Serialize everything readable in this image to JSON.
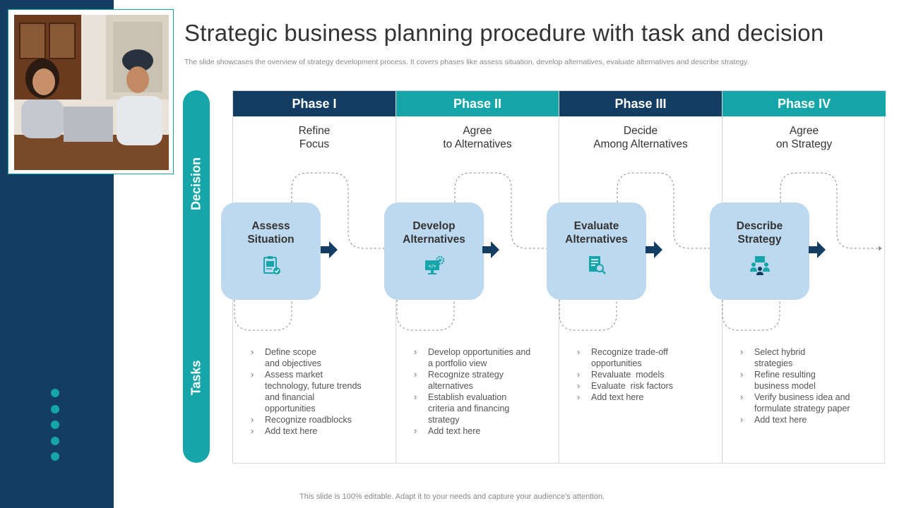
{
  "title": "Strategic business planning procedure with task and decision",
  "subtitle": "The slide showcases the overview of strategy development process. It covers phases like assess situation, develop alternatives, evaluate alternatives and describe strategy.",
  "side_labels": {
    "decision": "Decision",
    "tasks": "Tasks"
  },
  "colors": {
    "navy": "#143d64",
    "teal": "#16a5a8",
    "box": "#bdd9f0"
  },
  "phases": [
    {
      "header": "Phase I",
      "decision": [
        "Refine",
        "Focus"
      ],
      "box": [
        "Assess",
        "Situation"
      ],
      "icon": "clipboard-check-icon",
      "tasks": [
        "Define scope and objectives",
        "Assess market technology, future trends and financial opportunities",
        "Recognize roadblocks",
        "Add text here"
      ]
    },
    {
      "header": "Phase II",
      "decision": [
        "Agree",
        "to Alternatives"
      ],
      "box": [
        "Develop",
        "Alternatives"
      ],
      "icon": "monitor-gear-icon",
      "tasks": [
        "Develop opportunities and a portfolio view",
        "Recognize strategy alternatives",
        "Establish evaluation criteria and financing strategy",
        "Add text here"
      ]
    },
    {
      "header": "Phase III",
      "decision": [
        "Decide",
        "Among Alternatives"
      ],
      "box": [
        "Evaluate",
        "Alternatives"
      ],
      "icon": "document-search-icon",
      "tasks": [
        "Recognize trade-off opportunities",
        "Revaluate  models",
        "Evaluate  risk factors",
        "Add text here"
      ]
    },
    {
      "header": "Phase IV",
      "decision": [
        "Agree",
        "on Strategy"
      ],
      "box": [
        "Describe",
        "Strategy"
      ],
      "icon": "team-meeting-icon",
      "tasks": [
        "Select hybrid strategies",
        "Refine resulting business model",
        "Verify business idea and formulate strategy paper",
        "Add text here"
      ]
    }
  ],
  "footer": "This slide is 100% editable. Adapt it to your needs and capture your audience's attention."
}
